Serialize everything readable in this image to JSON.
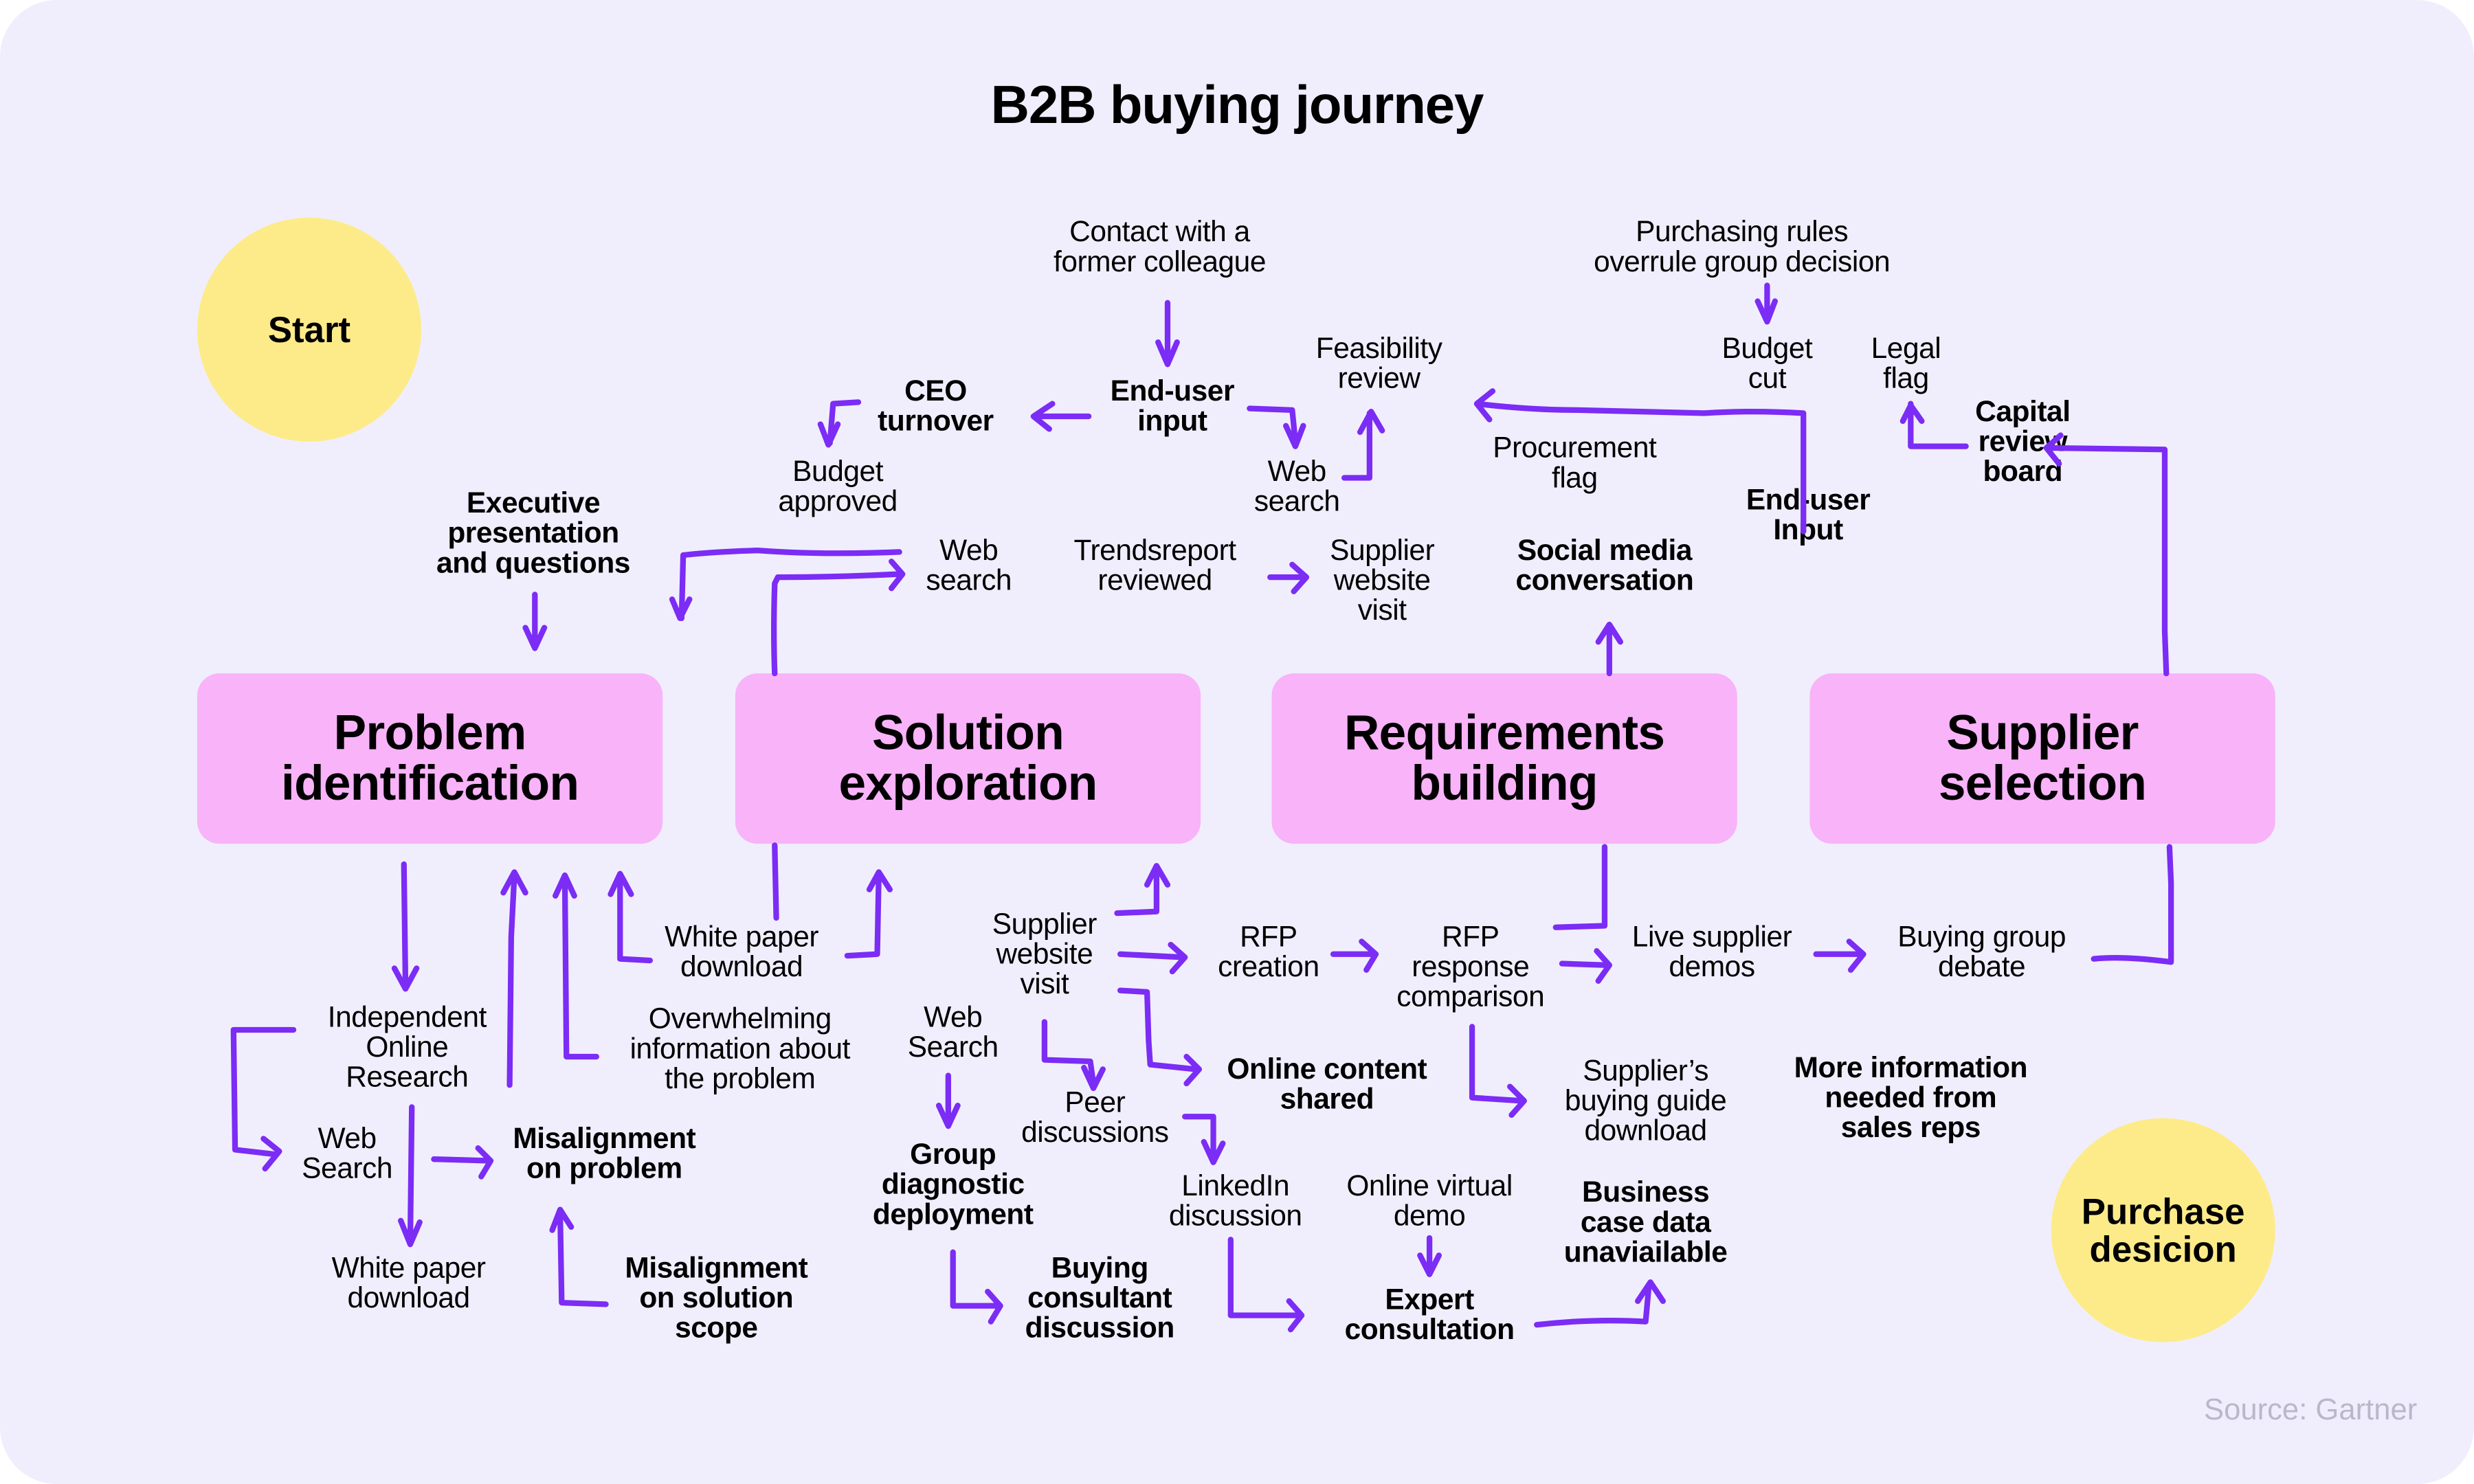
{
  "title": "B2B buying journey",
  "source": "Source: Gartner",
  "colors": {
    "background": "#f0eefc",
    "stage_fill": "#f8b3f9",
    "endpoint_fill": "#fdeb8a",
    "arrow": "#7b2cf5",
    "source_text": "#b9b8c9"
  },
  "endpoints": {
    "start": "Start",
    "end": "Purchase\ndesicion"
  },
  "stages": [
    {
      "id": "problem",
      "label": "Problem\nidentification"
    },
    {
      "id": "solution",
      "label": "Solution\nexploration"
    },
    {
      "id": "requirements",
      "label": "Requirements\nbuilding"
    },
    {
      "id": "supplier",
      "label": "Supplier\nselection"
    }
  ],
  "nodes": {
    "contact_colleague": "Contact with a\nformer colleague",
    "end_user_input_top": "End-user\ninput",
    "ceo_turnover": "CEO\nturnover",
    "budget_approved": "Budget\napproved",
    "feasibility_review": "Feasibility\nreview",
    "web_search_top": "Web\nsearch",
    "executive_presentation": "Executive\npresentation\nand questions",
    "web_search_mid": "Web\nsearch",
    "trendsreport": "Trendsreport\nreviewed",
    "supplier_site_top": "Supplier\nwebsite\nvisit",
    "procurement_flag": "Procurement\nflag",
    "social_media": "Social media\nconversation",
    "purchasing_rules": "Purchasing rules\noverrule group decision",
    "budget_cut": "Budget\ncut",
    "legal_flag": "Legal\nflag",
    "end_user_input_right": "End-user\nInput",
    "capital_review": "Capital\nreview\nboard",
    "independent_research": "Independent\nOnline\nResearch",
    "web_search_left": "Web\nSearch",
    "white_paper_left": "White paper\ndownload",
    "misalignment_problem": "Misalignment\non problem",
    "misalignment_scope": "Misalignment\non solution\nscope",
    "white_paper_mid": "White paper\ndownload",
    "overwhelming_info": "Overwhelming\ninformation about\nthe problem",
    "supplier_site_bottom": "Supplier\nwebsite\nvisit",
    "web_search_bottom": "Web\nSearch",
    "group_diagnostic": "Group\ndiagnostic\ndeployment",
    "peer_discussions": "Peer\ndiscussions",
    "online_content": "Online content\nshared",
    "linkedin": "LinkedIn\ndiscussion",
    "buying_consultant": "Buying\nconsultant\ndiscussion",
    "online_demo": "Online virtual\ndemo",
    "expert_consultation": "Expert\nconsultation",
    "rfp_creation": "RFP\ncreation",
    "rfp_comparison": "RFP\nresponse\ncomparison",
    "live_demos": "Live supplier\ndemos",
    "buying_group_debate": "Buying group\ndebate",
    "buying_guide": "Supplier’s\nbuying guide\ndownload",
    "business_case": "Business\ncase data\nunaviailable",
    "more_info": "More information\nneeded from\nsales reps"
  }
}
